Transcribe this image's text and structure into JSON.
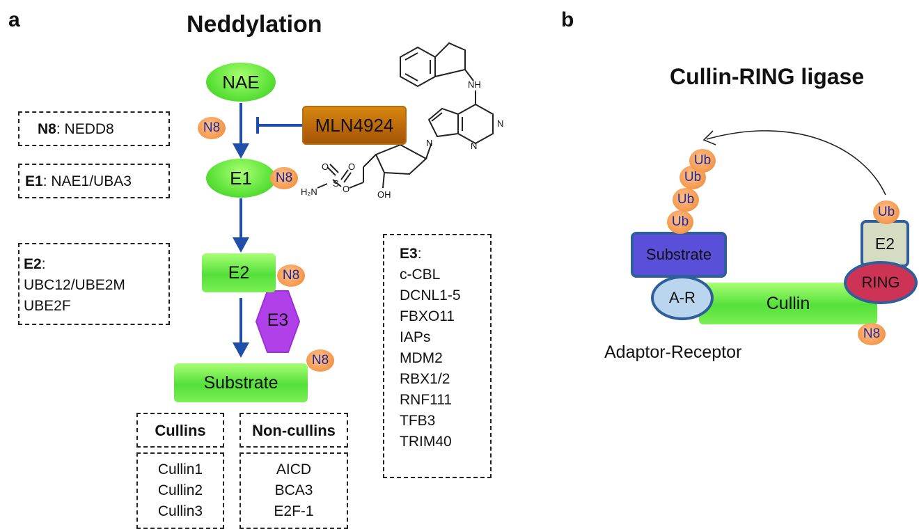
{
  "panel_a": {
    "letter": "a",
    "title": "Neddylation",
    "nodes": {
      "nae": "NAE",
      "e1": "E1",
      "e2": "E2",
      "e3": "E3",
      "substrate": "Substrate",
      "mln4924": "MLN4924"
    },
    "n8_label": "N8",
    "legend_n8": {
      "key": "N8",
      "rest": ": NEDD8"
    },
    "legend_e1": {
      "key": "E1",
      "rest": ": NAE1/UBA3"
    },
    "legend_e2": {
      "key": "E2",
      "rest": ":",
      "items": [
        "UBC12/UBE2M",
        "UBE2F"
      ]
    },
    "legend_e3": {
      "key": "E3",
      "rest": ":",
      "items": [
        "c-CBL",
        "DCNL1-5",
        "FBXO11",
        "IAPs",
        "MDM2",
        "RBX1/2",
        "RNF111",
        "TFB3",
        "TRIM40"
      ]
    },
    "cullins": {
      "header": "Cullins",
      "items": [
        "Cullin1",
        "Cullin2",
        "Cullin3"
      ]
    },
    "non_cullins": {
      "header": "Non-cullins",
      "items": [
        "AICD",
        "BCA3",
        "E2F-1"
      ]
    },
    "chem_labels": {
      "nh": "NH",
      "n1": "N",
      "n2": "N",
      "n3": "N",
      "o1": "O",
      "o2": "O",
      "s": "S",
      "o3": "O",
      "h2n": "H₂N",
      "oh": "OH"
    }
  },
  "panel_b": {
    "letter": "b",
    "title": "Cullin-RING ligase",
    "ub_label": "Ub",
    "n8_label": "N8",
    "substrate": "Substrate",
    "ar": "A-R",
    "cullin": "Cullin",
    "e2": "E2",
    "ring": "RING",
    "adaptor_caption": "Adaptor-Receptor"
  },
  "colors": {
    "green": "#5ee33a",
    "orange": "#f59a4f",
    "n8_text": "#1b2aa0",
    "arrow": "#1f4fa8",
    "mln4924": "#b9660a",
    "e3_purple": "#b040e8",
    "substrate_b": "#5a4fd8",
    "ar_fill": "#b9d6ee",
    "e2_b_fill": "#d6dcc3",
    "ring_fill": "#cc3355",
    "border_blue": "#2f5f9a"
  }
}
